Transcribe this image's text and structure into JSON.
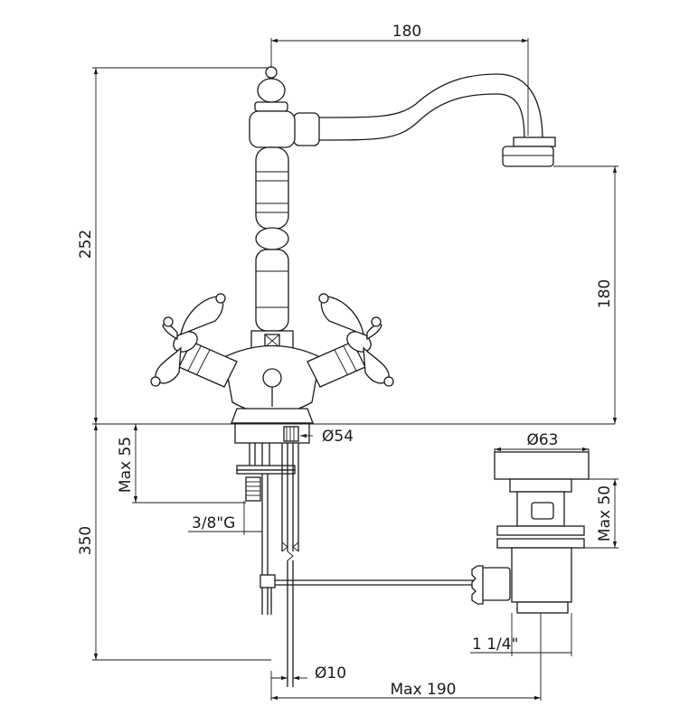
{
  "dimensions": {
    "spout_reach": "180",
    "total_height": "252",
    "spout_height": "180",
    "base_diameter": "Ø54",
    "max_thickness": "Max 55",
    "thread": "3/8\"G",
    "hose_length": "350",
    "drain_diameter": "Ø63",
    "drain_max": "Max 50",
    "drain_thread": "1 1/4\"",
    "rod_diameter": "Ø10",
    "rod_max": "Max 190"
  }
}
